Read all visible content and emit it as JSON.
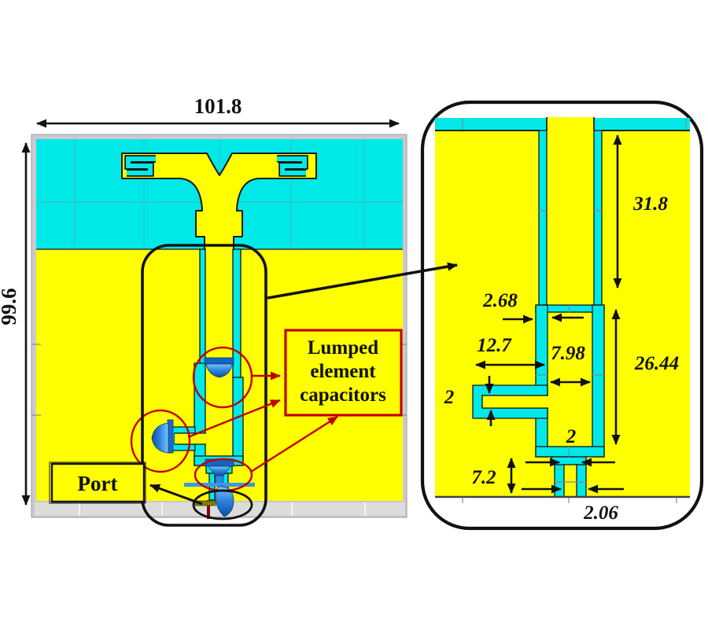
{
  "left_panel": {
    "width_dim": "101.8",
    "height_dim": "99.6",
    "port_label": "Port",
    "capacitor_callout": {
      "line1": "Lumped",
      "line2": "element",
      "line3": "capacitors"
    }
  },
  "right_panel": {
    "feed_slot_length": "31.8",
    "slot_width": "2.68",
    "stub_length": "12.7",
    "cavity_width": "7.98",
    "cavity_height": "26.44",
    "stub_slot_width": "2",
    "neck_width": "2",
    "port_section_height": "7.2",
    "port_gap_width": "2.06"
  },
  "colors": {
    "substrate_cyan": "#00E9E9",
    "conductor_yellow": "#FFFF00",
    "annotation_red": "#C00000",
    "capacitor_blue": "#2E86DE",
    "port_line_blue": "#3E96E8"
  }
}
